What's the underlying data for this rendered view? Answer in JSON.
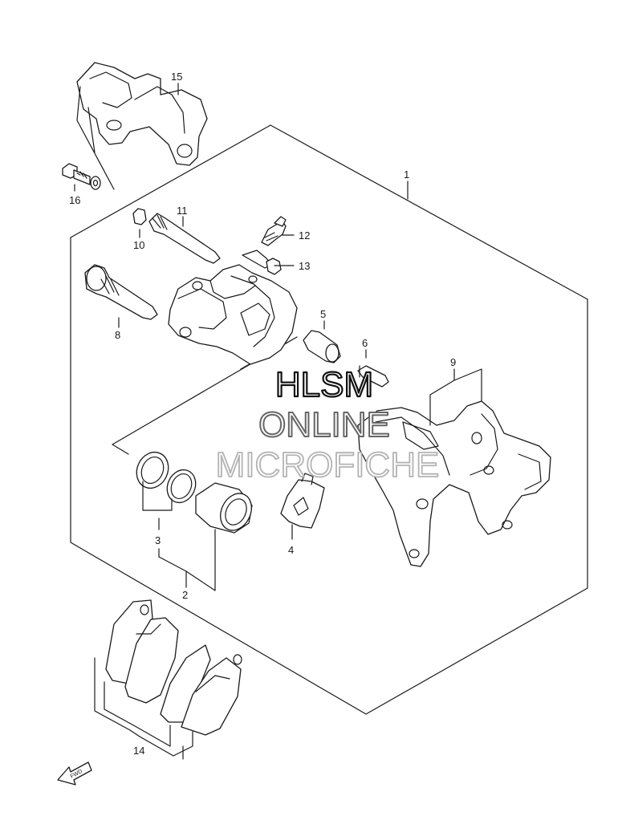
{
  "callouts": {
    "c1": "1",
    "c2": "2",
    "c3": "3",
    "c4": "4",
    "c5": "5",
    "c6": "6",
    "c8": "8",
    "c9": "9",
    "c10": "10",
    "c11": "11",
    "c12": "12",
    "c13": "13",
    "c14": "14",
    "c15": "15",
    "c16": "16"
  },
  "watermark": {
    "line1": "HLSM",
    "line2": "ONLINE",
    "line3": "MICROFICHE"
  },
  "direction_label": "FWD",
  "colors": {
    "line": "#1a1a1a",
    "watermark_dark": "#111111",
    "watermark_mid": "#666666",
    "watermark_light": "#b3b3b3"
  }
}
